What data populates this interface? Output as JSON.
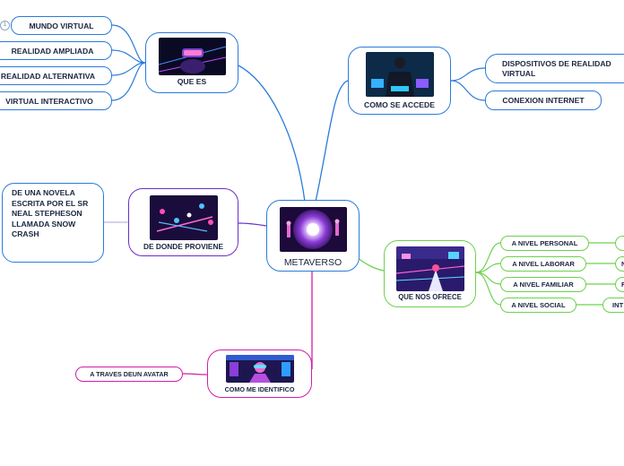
{
  "colors": {
    "blue_link": "#2b7bd9",
    "green_link": "#6cd24f",
    "magenta_link": "#d01fa8",
    "purple_link": "#6b2fc9",
    "lavender_link": "#b8b6e8",
    "text": "#1a2540"
  },
  "center": {
    "label": "METAVERSO",
    "image": "metaverse-portal-illustration"
  },
  "que_es": {
    "label": "QUE ES",
    "image": "vr-headset-illustration",
    "children": [
      "MUNDO VIRTUAL",
      "REALIDAD AMPLIADA",
      "REALIDAD ALTERNATIVA",
      "VIRTUAL INTERACTIVO"
    ],
    "badge": "1"
  },
  "como_se_accede": {
    "label": "COMO SE ACCEDE",
    "image": "person-with-devices-illustration",
    "children": [
      "DISPOSITIVOS DE REALIDAD VIRTUAL",
      "CONEXION INTERNET"
    ]
  },
  "de_donde_proviene": {
    "label": "DE DONDE PROVIENE",
    "image": "neon-crowd-illustration",
    "detail": "DE UNA NOVELA ESCRITA POR EL SR NEAL STEPHESON LLAMADA SNOW CRASH"
  },
  "que_nos_ofrece": {
    "label": "QUE NOS OFRECE",
    "image": "neon-city-illustration",
    "children": [
      "A NIVEL PERSONAL",
      "A NIVEL LABORAR",
      "A NIVEL FAMILIAR",
      "A NIVEL SOCIAL"
    ],
    "grandchildren": [
      "",
      "N",
      "F",
      "INT"
    ]
  },
  "como_me_identifico": {
    "label": "COMO ME IDENTIFICO",
    "image": "avatar-illustration",
    "children": [
      "A TRAVES DEUN AVATAR"
    ]
  }
}
